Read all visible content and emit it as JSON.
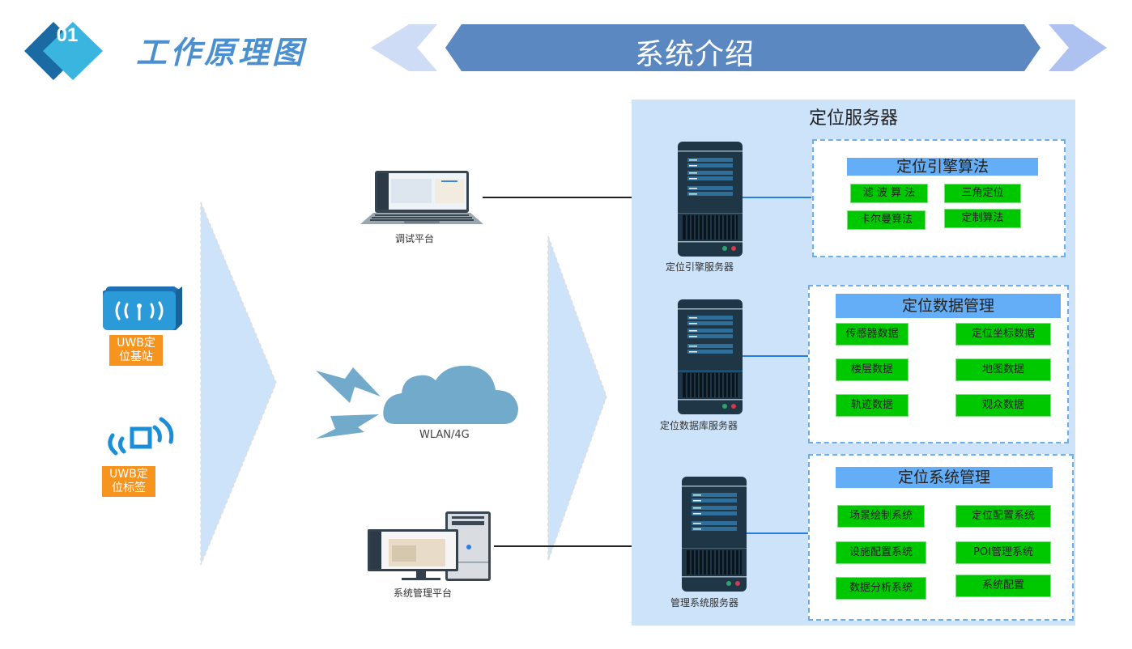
{
  "header": {
    "badge_number": "01",
    "section_title": "工作原理图",
    "banner_title": "系统介绍"
  },
  "colors": {
    "badge_dark": "#1a6aa3",
    "badge_light": "#3ab5e0",
    "title_blue": "#4a8fd0",
    "banner_blue": "#5b88c0",
    "banner_side_light": "#cfdcf5",
    "banner_side_right": "#aec2f2",
    "panel_bg": "#cce3fa",
    "module_header": "#63aef7",
    "chip_green": "#00c800",
    "label_orange": "#f7941d",
    "cloud": "#72aacc",
    "server_body": "#1f3646"
  },
  "devices": {
    "base_station": {
      "label": "UWB定位基站",
      "line1": "UWB定",
      "line2": "位基站"
    },
    "tag": {
      "label": "UWB定位标签",
      "line1": "UWB定",
      "line2": "位标签"
    }
  },
  "network": {
    "debug_platform": "调试平台",
    "cloud_label": "WLAN/4G",
    "admin_platform": "系统管理平台"
  },
  "server_panel": {
    "title": "定位服务器",
    "servers": [
      {
        "caption": "定位引擎服务器",
        "module_title": "定位引擎算法",
        "items": [
          "滤 波 算 法",
          "三角定位",
          "卡尔曼算法",
          "定制算法"
        ]
      },
      {
        "caption": "定位数据库服务器",
        "module_title": "定位数据管理",
        "items": [
          "传感器数据",
          "定位坐标数据",
          "楼层数据",
          "地图数据",
          "轨迹数据",
          "观众数据"
        ]
      },
      {
        "caption": "管理系统服务器",
        "module_title": "定位系统管理",
        "items": [
          "场景绘制系统",
          "定位配置系统",
          "设施配置系统",
          "POI管理系统",
          "数据分析系统",
          "系统配置"
        ]
      }
    ]
  }
}
